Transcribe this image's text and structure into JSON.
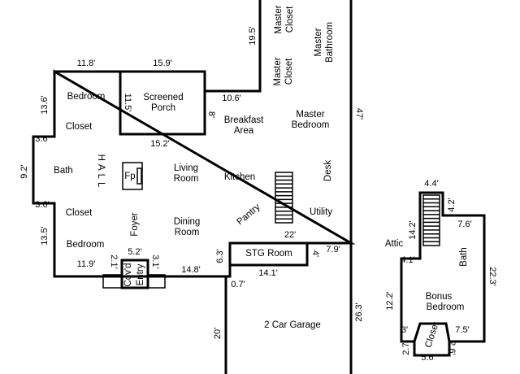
{
  "rooms": {
    "master_closet_top_1": "Master",
    "master_closet_top_2": "Closet",
    "master_closet_mid_1": "Master",
    "master_closet_mid_2": "Closet",
    "master_bathroom_1": "Master",
    "master_bathroom_2": "Bathroom",
    "bedroom_top": "Bedroom",
    "screened_porch_1": "Screened",
    "screened_porch_2": "Porch",
    "closet_top": "Closet",
    "breakfast_1": "Breakfast",
    "breakfast_2": "Area",
    "master_bedroom_1": "Master",
    "master_bedroom_2": "Bedroom",
    "bath_left": "Bath",
    "hall": "HALL",
    "fireplace": "Fp",
    "living_1": "Living",
    "living_2": "Room",
    "kitchen": "Kitchen",
    "desk": "Desk",
    "closet_bottom": "Closet",
    "foyer": "Foyer",
    "dining_1": "Dining",
    "dining_2": "Room",
    "pantry": "Pantry",
    "utility": "Utility",
    "bedroom_bottom": "Bedroom",
    "covd": "Cov'd",
    "entry": "Entry",
    "stg_room": "STG Room",
    "garage": "2 Car Garage",
    "attic": "Attic",
    "bath_right": "Bath",
    "bonus_1": "Bonus",
    "bonus_2": "Bedroom",
    "closet_bonus": "Closet"
  },
  "dimensions": {
    "d_19_5": "19.5'",
    "d_11_8": "11.8'",
    "d_15_9": "15.9'",
    "d_10_6": "10.6'",
    "d_13_6": "13.6'",
    "d_11_5": "11.5'",
    "d_8": "8'",
    "d_15_2": "15.2'",
    "d_47": "47'",
    "d_3_6a": "3.6'",
    "d_9_2": "9.2'",
    "d_3_6b": "3.6'",
    "d_13_5": "13.5'",
    "d_22": "22'",
    "d_7_9": "7.9'",
    "d_4": "4'",
    "d_14_1": "14.1'",
    "d_5_2": "5.2'",
    "d_11_9": "11.9'",
    "d_2_1": "2.1'",
    "d_3_1": "3.1'",
    "d_14_8": "14.8'",
    "d_6_3": "6.3'",
    "d_0_7": "0.7'",
    "d_20": "20'",
    "d_26_3": "26.3'",
    "d_4_4": "4.4'",
    "d_4_2": "4.2'",
    "d_14_2": "14.2'",
    "d_7_6": "7.6'",
    "d_4_1": "4.1'",
    "d_22_3": "22.3'",
    "d_12_2": "12.2'",
    "d_3": "3'",
    "d_7_5": "7.5'",
    "d_2_7": "2.7'",
    "d_2_6": "2.6'",
    "d_5_6": "5.6'"
  }
}
